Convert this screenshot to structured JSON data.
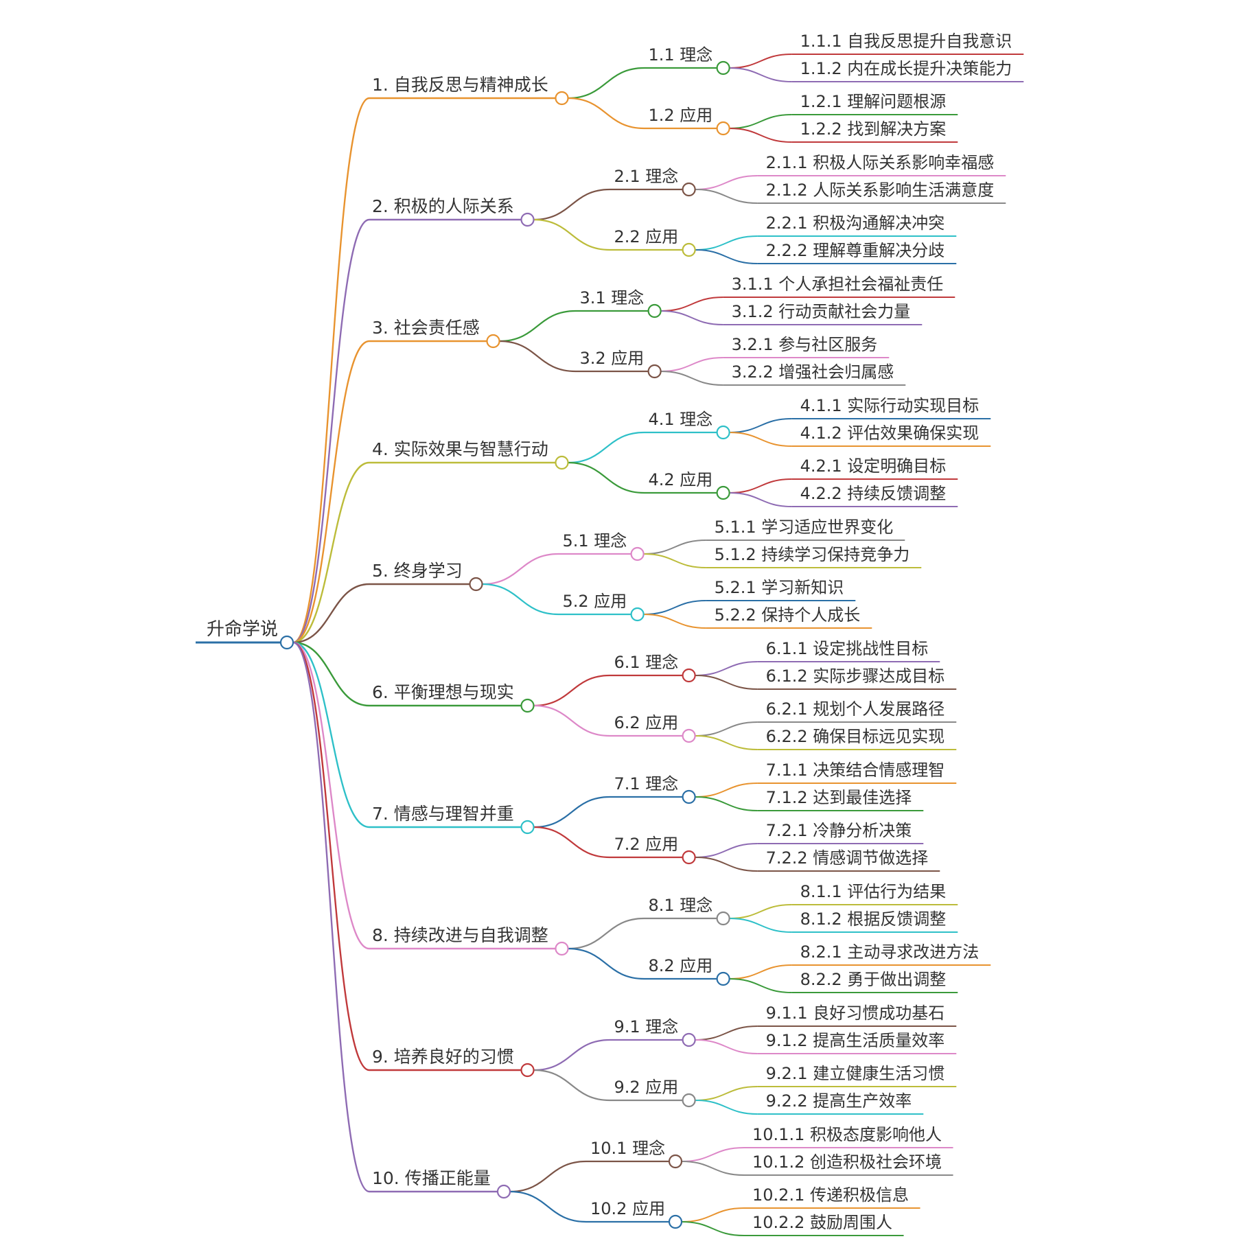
{
  "root": {
    "label": "升命学说",
    "color": "#2a6fa6"
  },
  "branches": [
    {
      "label": "1. 自我反思与精神成长",
      "color": "#e8932f",
      "children": [
        {
          "label": "1.1 理念",
          "color": "#3a9a3a",
          "leaves": [
            {
              "label": "1.1.1 自我反思提升自我意识",
              "color": "#c0393b"
            },
            {
              "label": "1.1.2 内在成长提升决策能力",
              "color": "#8e6bb3"
            }
          ]
        },
        {
          "label": "1.2 应用",
          "color": "#e8932f",
          "leaves": [
            {
              "label": "1.2.1 理解问题根源",
              "color": "#3a9a3a"
            },
            {
              "label": "1.2.2 找到解决方案",
              "color": "#c0393b"
            }
          ]
        }
      ]
    },
    {
      "label": "2. 积极的人际关系",
      "color": "#8e6bb3",
      "children": [
        {
          "label": "2.1 理念",
          "color": "#7b5447",
          "leaves": [
            {
              "label": "2.1.1 积极人际关系影响幸福感",
              "color": "#dd88c8"
            },
            {
              "label": "2.1.2 人际关系影响生活满意度",
              "color": "#888888"
            }
          ]
        },
        {
          "label": "2.2 应用",
          "color": "#bcbc3a",
          "leaves": [
            {
              "label": "2.2.1 积极沟通解决冲突",
              "color": "#2ec0c8"
            },
            {
              "label": "2.2.2 理解尊重解决分歧",
              "color": "#2a6fa6"
            }
          ]
        }
      ]
    },
    {
      "label": "3. 社会责任感",
      "color": "#e8932f",
      "children": [
        {
          "label": "3.1 理念",
          "color": "#3a9a3a",
          "leaves": [
            {
              "label": "3.1.1 个人承担社会福祉责任",
              "color": "#c0393b"
            },
            {
              "label": "3.1.2 行动贡献社会力量",
              "color": "#8e6bb3"
            }
          ]
        },
        {
          "label": "3.2 应用",
          "color": "#7b5447",
          "leaves": [
            {
              "label": "3.2.1 参与社区服务",
              "color": "#dd88c8"
            },
            {
              "label": "3.2.2 增强社会归属感",
              "color": "#888888"
            }
          ]
        }
      ]
    },
    {
      "label": "4. 实际效果与智慧行动",
      "color": "#bcbc3a",
      "children": [
        {
          "label": "4.1 理念",
          "color": "#2ec0c8",
          "leaves": [
            {
              "label": "4.1.1 实际行动实现目标",
              "color": "#2a6fa6"
            },
            {
              "label": "4.1.2 评估效果确保实现",
              "color": "#e8932f"
            }
          ]
        },
        {
          "label": "4.2 应用",
          "color": "#3a9a3a",
          "leaves": [
            {
              "label": "4.2.1 设定明确目标",
              "color": "#c0393b"
            },
            {
              "label": "4.2.2 持续反馈调整",
              "color": "#8e6bb3"
            }
          ]
        }
      ]
    },
    {
      "label": "5. 终身学习",
      "color": "#7b5447",
      "children": [
        {
          "label": "5.1 理念",
          "color": "#dd88c8",
          "leaves": [
            {
              "label": "5.1.1 学习适应世界变化",
              "color": "#888888"
            },
            {
              "label": "5.1.2 持续学习保持竞争力",
              "color": "#bcbc3a"
            }
          ]
        },
        {
          "label": "5.2 应用",
          "color": "#2ec0c8",
          "leaves": [
            {
              "label": "5.2.1 学习新知识",
              "color": "#2a6fa6"
            },
            {
              "label": "5.2.2 保持个人成长",
              "color": "#e8932f"
            }
          ]
        }
      ]
    },
    {
      "label": "6. 平衡理想与现实",
      "color": "#3a9a3a",
      "children": [
        {
          "label": "6.1 理念",
          "color": "#c0393b",
          "leaves": [
            {
              "label": "6.1.1 设定挑战性目标",
              "color": "#8e6bb3"
            },
            {
              "label": "6.1.2 实际步骤达成目标",
              "color": "#7b5447"
            }
          ]
        },
        {
          "label": "6.2 应用",
          "color": "#dd88c8",
          "leaves": [
            {
              "label": "6.2.1 规划个人发展路径",
              "color": "#888888"
            },
            {
              "label": "6.2.2 确保目标远见实现",
              "color": "#bcbc3a"
            }
          ]
        }
      ]
    },
    {
      "label": "7. 情感与理智并重",
      "color": "#2ec0c8",
      "children": [
        {
          "label": "7.1 理念",
          "color": "#2a6fa6",
          "leaves": [
            {
              "label": "7.1.1 决策结合情感理智",
              "color": "#e8932f"
            },
            {
              "label": "7.1.2 达到最佳选择",
              "color": "#3a9a3a"
            }
          ]
        },
        {
          "label": "7.2 应用",
          "color": "#c0393b",
          "leaves": [
            {
              "label": "7.2.1 冷静分析决策",
              "color": "#8e6bb3"
            },
            {
              "label": "7.2.2 情感调节做选择",
              "color": "#7b5447"
            }
          ]
        }
      ]
    },
    {
      "label": "8. 持续改进与自我调整",
      "color": "#dd88c8",
      "children": [
        {
          "label": "8.1 理念",
          "color": "#888888",
          "leaves": [
            {
              "label": "8.1.1 评估行为结果",
              "color": "#bcbc3a"
            },
            {
              "label": "8.1.2 根据反馈调整",
              "color": "#2ec0c8"
            }
          ]
        },
        {
          "label": "8.2 应用",
          "color": "#2a6fa6",
          "leaves": [
            {
              "label": "8.2.1 主动寻求改进方法",
              "color": "#e8932f"
            },
            {
              "label": "8.2.2 勇于做出调整",
              "color": "#3a9a3a"
            }
          ]
        }
      ]
    },
    {
      "label": "9. 培养良好的习惯",
      "color": "#c0393b",
      "children": [
        {
          "label": "9.1 理念",
          "color": "#8e6bb3",
          "leaves": [
            {
              "label": "9.1.1 良好习惯成功基石",
              "color": "#7b5447"
            },
            {
              "label": "9.1.2 提高生活质量效率",
              "color": "#dd88c8"
            }
          ]
        },
        {
          "label": "9.2 应用",
          "color": "#888888",
          "leaves": [
            {
              "label": "9.2.1 建立健康生活习惯",
              "color": "#bcbc3a"
            },
            {
              "label": "9.2.2 提高生产效率",
              "color": "#2ec0c8"
            }
          ]
        }
      ]
    },
    {
      "label": "10. 传播正能量",
      "color": "#8e6bb3",
      "children": [
        {
          "label": "10.1 理念",
          "color": "#7b5447",
          "leaves": [
            {
              "label": "10.1.1 积极态度影响他人",
              "color": "#dd88c8"
            },
            {
              "label": "10.1.2 创造积极社会环境",
              "color": "#888888"
            }
          ]
        },
        {
          "label": "10.2 应用",
          "color": "#2a6fa6",
          "leaves": [
            {
              "label": "10.2.1 传递积极信息",
              "color": "#e8932f"
            },
            {
              "label": "10.2.2 鼓励周围人",
              "color": "#3a9a3a"
            }
          ]
        }
      ]
    }
  ]
}
